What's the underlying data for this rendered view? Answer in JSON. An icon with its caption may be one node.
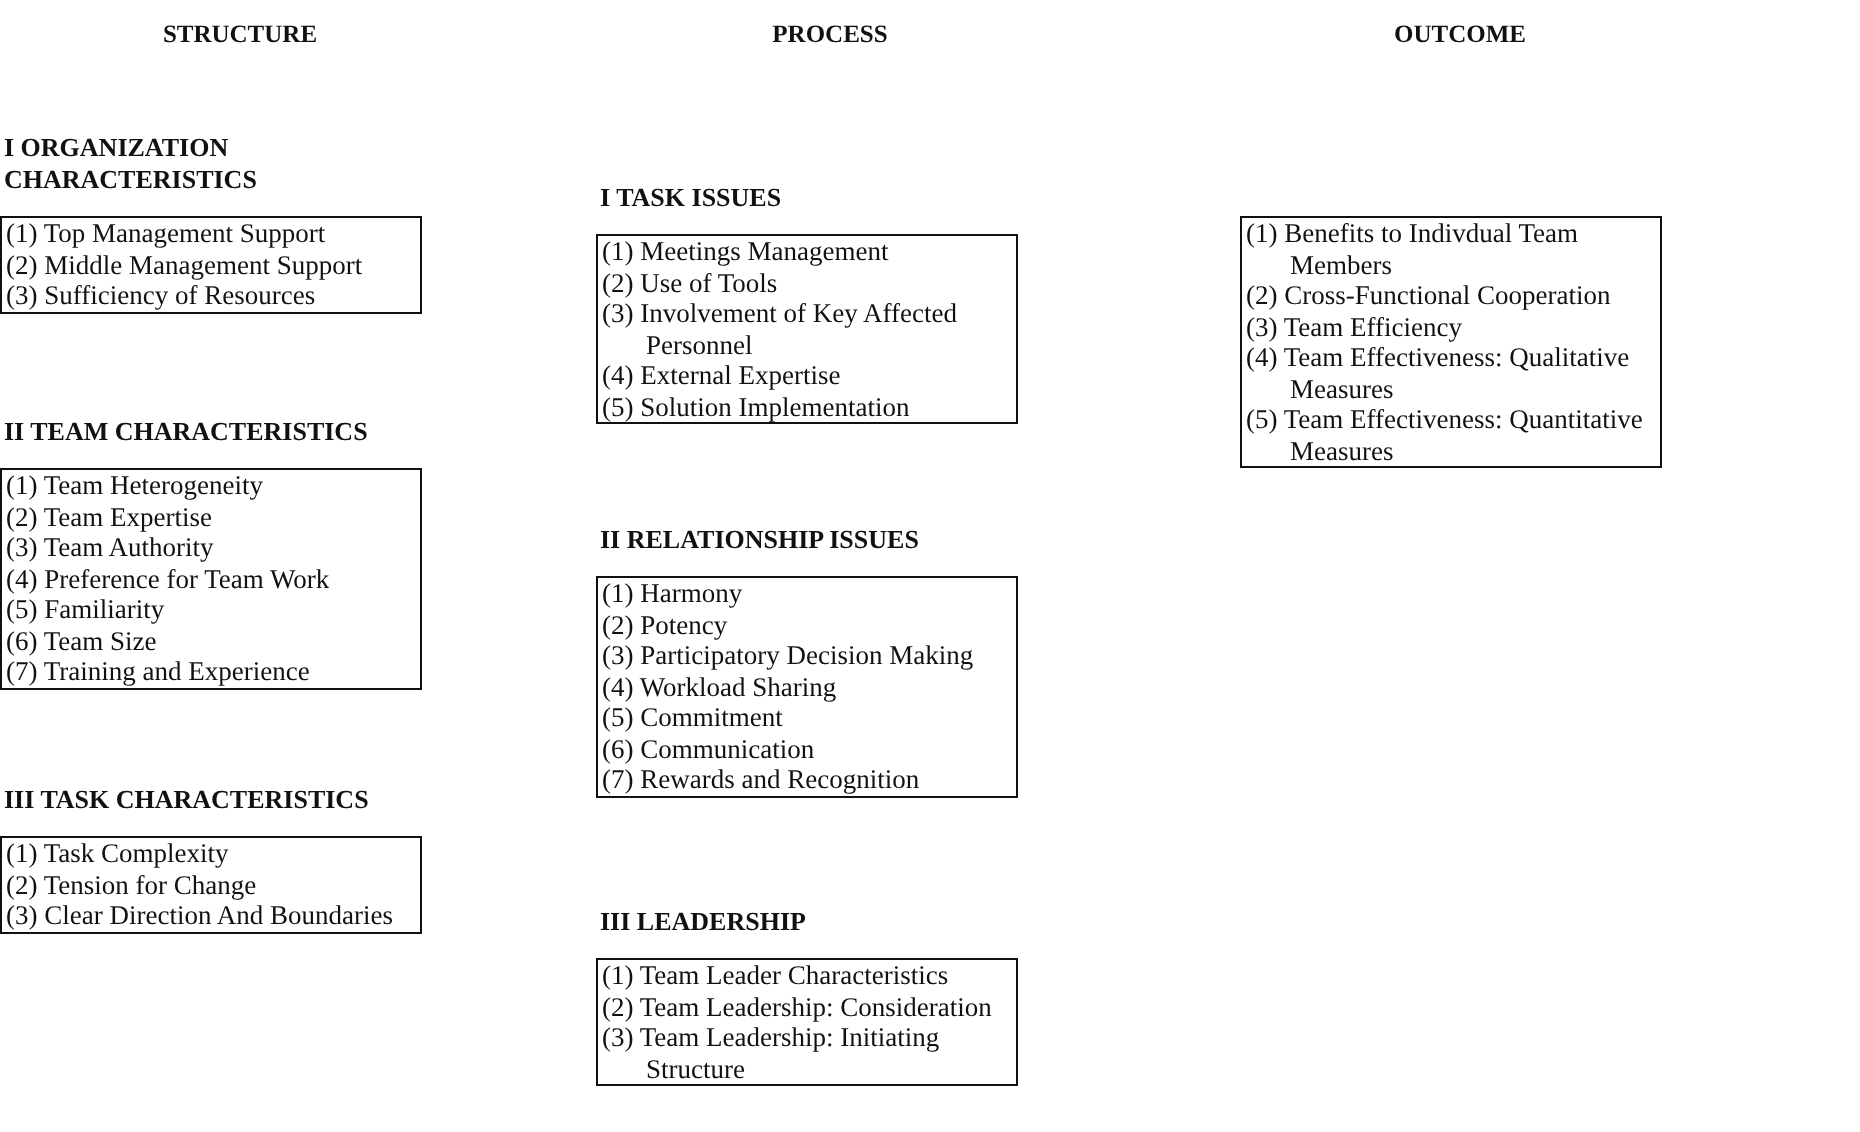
{
  "diagram": {
    "nodes": [
      {
        "text": [
          "I ORGANIZATION CHARACTERISTICS",
          "(1) Top Management Support",
          "(2) Middle Management Support",
          "(3) Sufficiency of Resources"
        ]
      },
      {
        "text": [
          "II TEAM CHARACTERISTICS",
          "(1) Team Heterogeneity",
          "(2) Team Expertise",
          "(3) Team Authority",
          "(4) Preference for Team Work",
          "(5) Familiarity",
          "(6) Team Size",
          "(7) Training and Experience"
        ]
      },
      {
        "text": [
          "III TASK CHARACTERISTICS",
          "(1) Task Complexity",
          "(2) Tension for Change",
          "(3) Clear Direction And Boundaries"
        ]
      },
      {
        "text": [
          "I TASK ISSUES",
          "(1) Meetings Management",
          "(2) Use of Tools",
          "(3) Involvement of Key Affected Personnel",
          "(4) External Expertise",
          "(5) Solution Implementation"
        ]
      },
      {
        "text": [
          "II RELATIONSHIP ISSUES",
          "(1) Harmony",
          "(2) Potency",
          "(3) Participatory Decision Making",
          "(4) Workload Sharing",
          "(5) Commitment",
          "(6) Communication",
          "(7) Rewards and Recognition"
        ]
      },
      {
        "text": [
          "III LEADERSHIP",
          "(1) Team Leader Characteristics",
          "(2) Team Leadership: Consideration",
          "(3) Team Leadership: Initiating Structure"
        ]
      },
      {
        "text": [
          "(1) Benefits to Indivdual Team Members",
          "(2) Cross-Functional Cooperation",
          "(3) Team Efficiency",
          "(4) Team Effectiveness: Qualitative Measures",
          "(5) Team Effectiveness: Quantitative Measures"
        ]
      }
    ],
    "edges": [],
    "labels": [
      "STRUCTURE",
      "PROCESS",
      "OUTCOME"
    ]
  }
}
